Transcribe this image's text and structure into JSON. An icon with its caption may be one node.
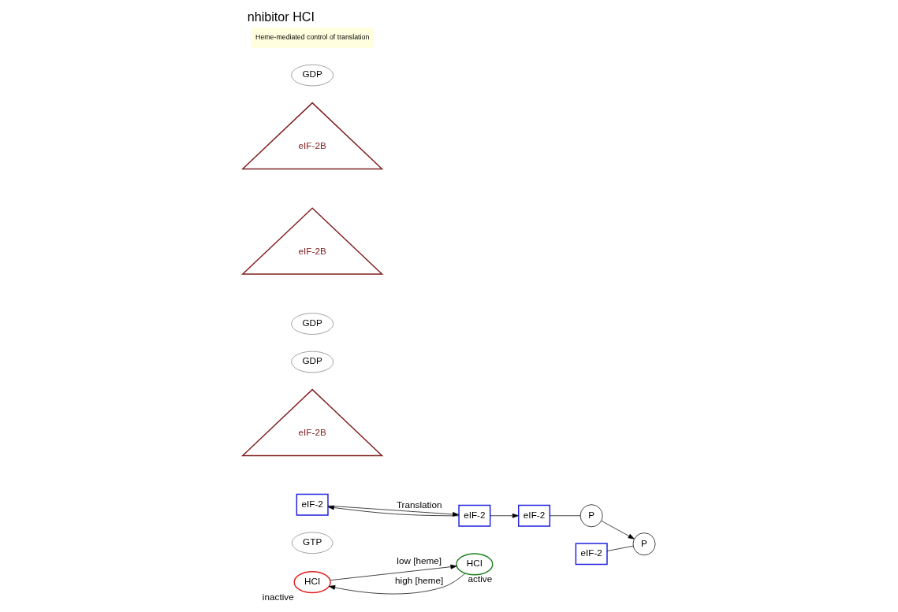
{
  "diagram": {
    "title": "nhibitor HCI",
    "nodes": [
      {
        "text": [
          "HCI"
        ],
        "beside": [
          "inactive"
        ]
      },
      {
        "text": [
          "HCI"
        ],
        "beside": [
          "active"
        ]
      },
      {
        "text": [
          "GTP"
        ]
      },
      {
        "text": [
          "eIF-2"
        ]
      },
      {
        "text": [
          "eIF-2B"
        ]
      },
      {
        "text": [
          "GDP"
        ]
      },
      {
        "text": [
          "eIF-2"
        ]
      },
      {
        "text": [
          "GDP"
        ]
      },
      {
        "text": [
          "eIF-2"
        ]
      },
      {
        "text": [
          "P"
        ]
      },
      {
        "text": [
          "eIF-2B"
        ]
      },
      {
        "text": [
          "eIF-2B"
        ]
      },
      {
        "text": [
          "GDP"
        ]
      },
      {
        "text": [
          "eIF-2"
        ]
      },
      {
        "text": [
          "P"
        ]
      }
    ],
    "edges": [
      {
        "from": 0,
        "to": 1,
        "arrow": "to",
        "label": "low [heme]"
      },
      {
        "from": 1,
        "to": 0,
        "arrow": "to",
        "label": "high [heme]"
      },
      {
        "from": 3,
        "to": 6,
        "arrow": "to",
        "label": "Translation"
      },
      {
        "from": 6,
        "to": 3,
        "arrow": "to"
      },
      {
        "from": 6,
        "to": 8,
        "arrow": "to"
      },
      {
        "from": 8,
        "to": 9,
        "arrow": "none"
      },
      {
        "from": 9,
        "to": 14,
        "arrow": "to"
      },
      {
        "from": 13,
        "to": 14,
        "arrow": "none"
      }
    ],
    "labels": [
      "Heme-mediated control of translation"
    ]
  }
}
